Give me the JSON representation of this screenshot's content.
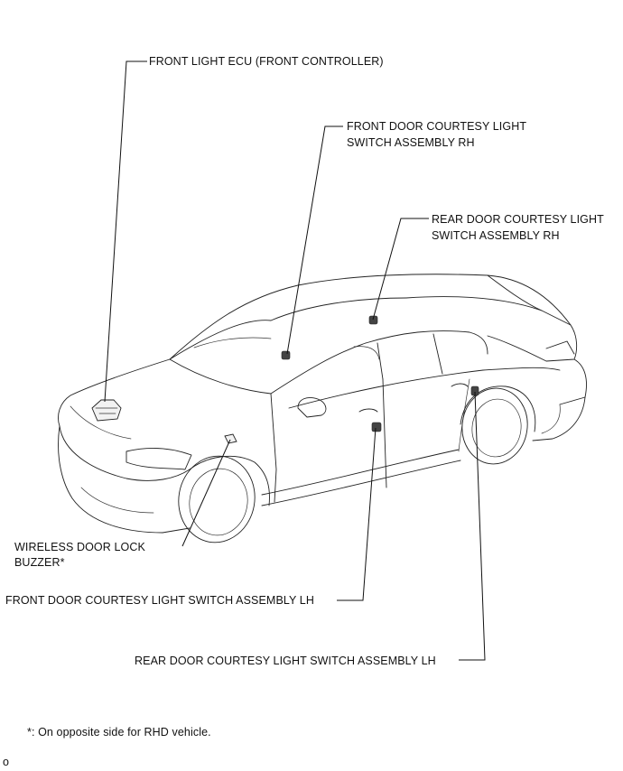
{
  "labels": {
    "front_light_ecu": "FRONT LIGHT ECU (FRONT CONTROLLER)",
    "front_door_rh_line1": "FRONT DOOR COURTESY LIGHT",
    "front_door_rh_line2": "SWITCH ASSEMBLY RH",
    "rear_door_rh_line1": "REAR DOOR COURTESY LIGHT",
    "rear_door_rh_line2": "SWITCH ASSEMBLY RH",
    "buzzer_line1": "WIRELESS DOOR LOCK",
    "buzzer_line2": "BUZZER*",
    "front_door_lh": "FRONT DOOR COURTESY LIGHT SWITCH ASSEMBLY LH",
    "rear_door_lh": "REAR DOOR COURTESY LIGHT SWITCH ASSEMBLY LH"
  },
  "footnote": "*: On opposite side for RHD vehicle.",
  "corner_mark": "o"
}
